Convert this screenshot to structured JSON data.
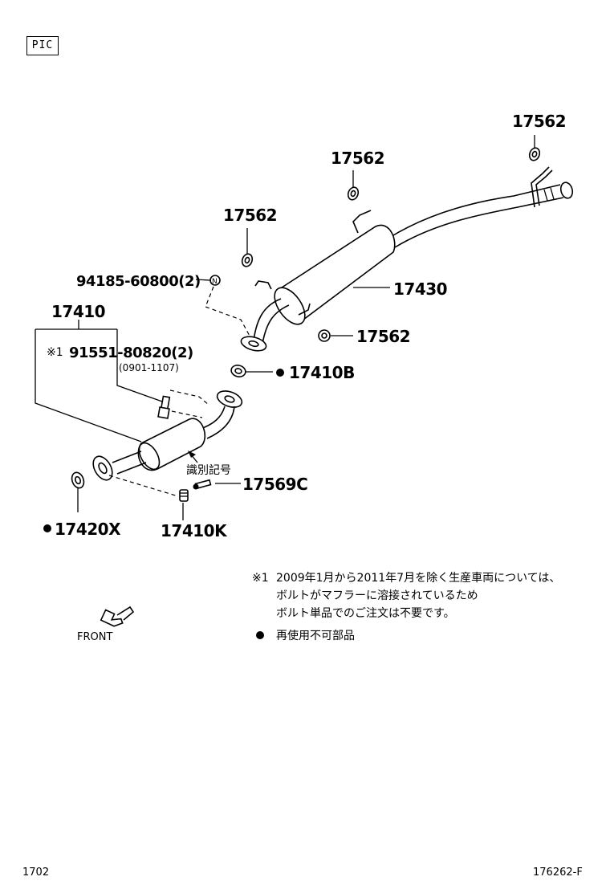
{
  "header": {
    "pic_label": "PIC"
  },
  "callouts": {
    "hanger_right": "17562",
    "hanger_mid": "17562",
    "hanger_left": "17562",
    "nut": "94185-60800(2)",
    "tail_pipe": "17430",
    "hanger_lower": "17562",
    "front_pipe": "17410",
    "bolt_mark": "※1",
    "bolt": "91551-80820(2)",
    "bolt_date": "(0901-1107)",
    "gasket_b": "17410B",
    "ident_mark": "識別記号",
    "stud": "17569C",
    "gasket_x": "17420X",
    "spring": "17410K"
  },
  "notes": {
    "note1_mark": "※1",
    "note1_line1": "2009年1月から2011年7月を除く生産車両については、",
    "note1_line2": "ボルトがマフラーに溶接されているため",
    "note1_line3": "ボルト単品でのご注文は不要です。",
    "note2_text": "再使用不可部品",
    "front_label": "FRONT"
  },
  "footer": {
    "left_code": "1702",
    "right_code": "176262-F"
  }
}
